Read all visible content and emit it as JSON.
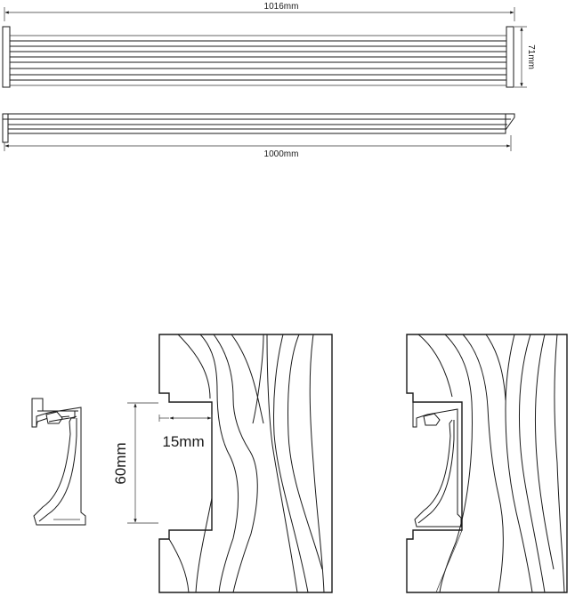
{
  "dimensions": {
    "top_width": "1016mm",
    "height": "71mm",
    "bottom_width": "1000mm",
    "profile_depth": "60mm",
    "profile_width": "15mm"
  },
  "colors": {
    "line": "#1a1a1a",
    "background": "#ffffff"
  }
}
